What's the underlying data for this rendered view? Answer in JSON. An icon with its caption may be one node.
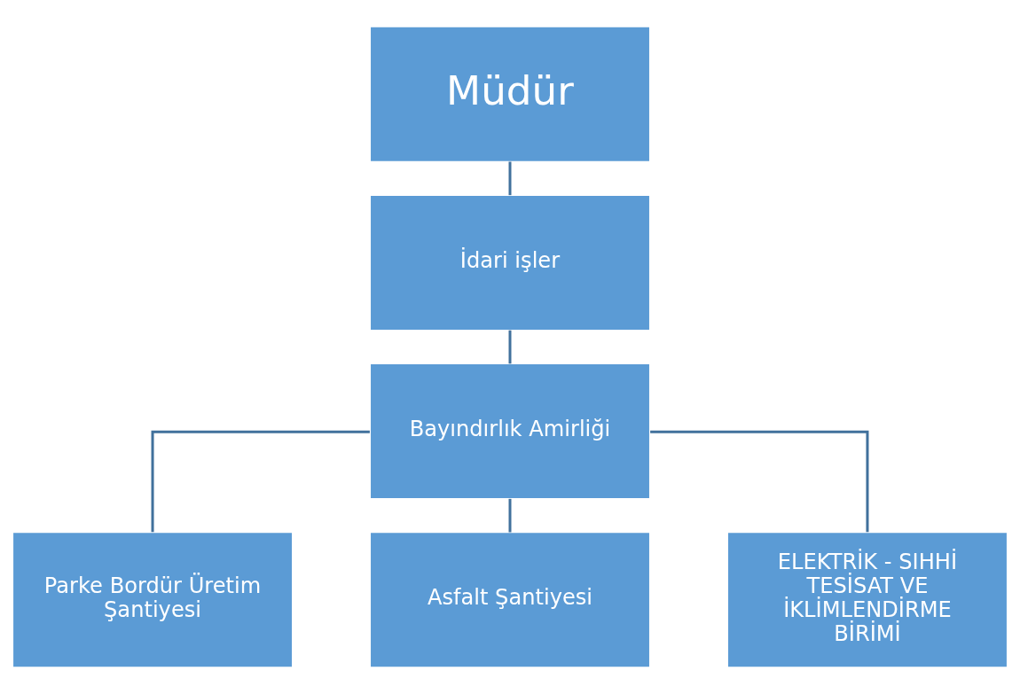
{
  "diagram": {
    "nodes": [
      {
        "text": [
          "Müdür"
        ]
      },
      {
        "text": [
          "İdari işler"
        ]
      },
      {
        "text": [
          "Bayındırlık Amirliği"
        ]
      },
      {
        "text": [
          "Parke Bordür Üretim Şantiyesi"
        ]
      },
      {
        "text": [
          "Asfalt Şantiyesi"
        ]
      },
      {
        "text": [
          "ELEKTRİK - SIHHİ TESİSAT VE İKLİMLENDİRME BİRİMİ"
        ]
      }
    ],
    "edges": [
      {
        "from": 0,
        "to": 1,
        "arrow": "none"
      },
      {
        "from": 1,
        "to": 2,
        "arrow": "none"
      },
      {
        "from": 2,
        "to": 3,
        "arrow": "none"
      },
      {
        "from": 2,
        "to": 4,
        "arrow": "none"
      },
      {
        "from": 2,
        "to": 5,
        "arrow": "none"
      }
    ]
  }
}
